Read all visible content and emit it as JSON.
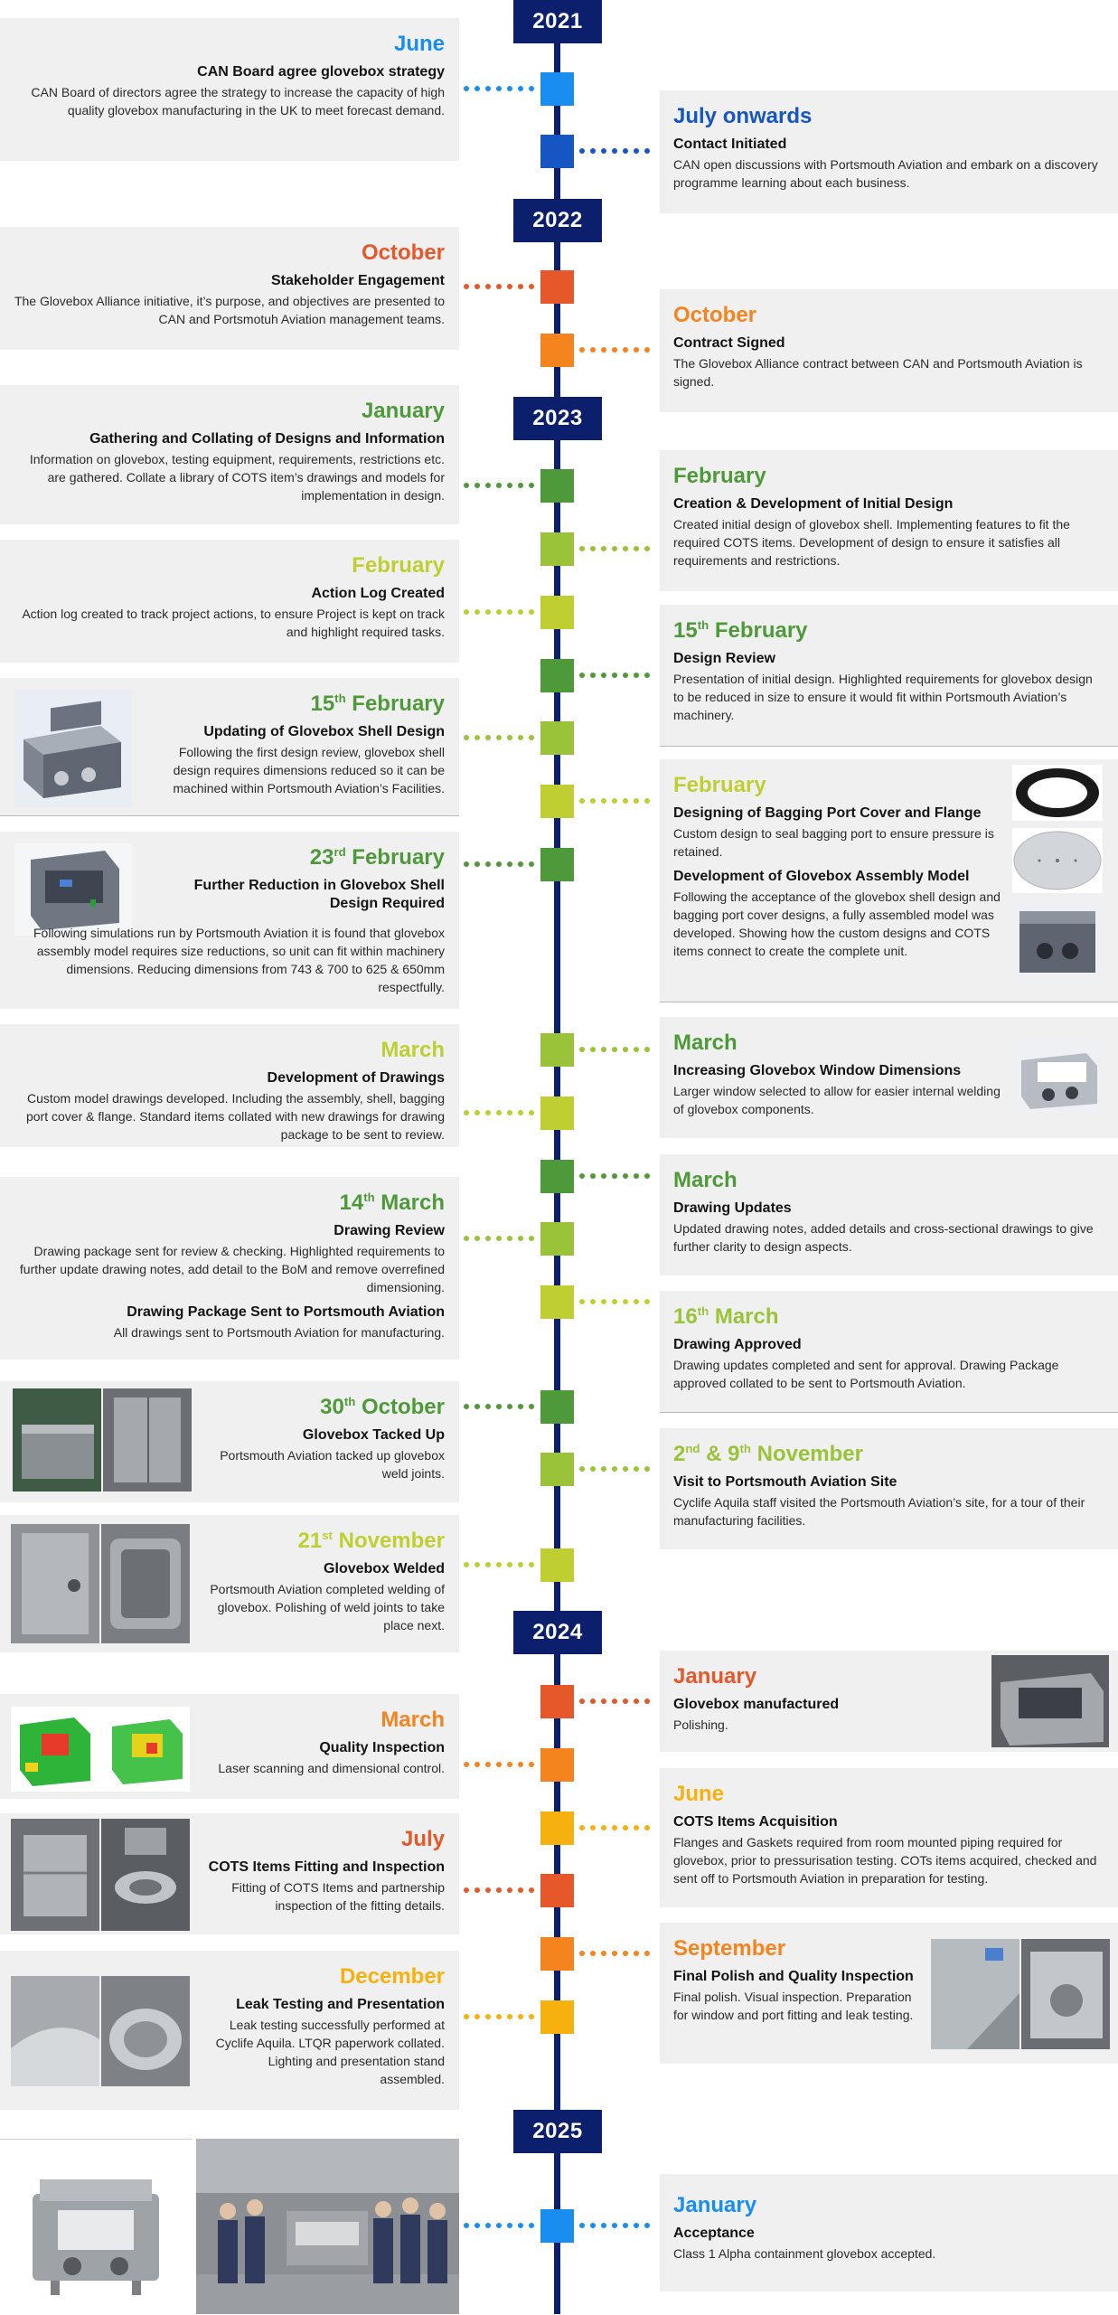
{
  "colors": {
    "spine": "#0b1f6d",
    "blue": "#1a8ef0",
    "darkblue": "#1656c4",
    "orange_red": "#e6582a",
    "orange": "#f5841f",
    "green": "#4e9a3a",
    "lime": "#9bc33a",
    "yellowgreen": "#bfcf32",
    "amber": "#f7b10f",
    "card": "#f0f0f0"
  },
  "years": [
    "2021",
    "2022",
    "2023",
    "2024",
    "2025"
  ],
  "events": {
    "e1": {
      "head": "June",
      "title": "CAN Board agree glovebox strategy",
      "desc": "CAN Board of directors agree the strategy to increase the capacity of high quality glovebox manufacturing in the UK to meet forecast demand."
    },
    "e2": {
      "head": "July onwards",
      "title": "Contact Initiated",
      "desc": "CAN open discussions with Portsmouth Aviation and embark on a discovery programme learning about each business."
    },
    "e3": {
      "head": "October",
      "title": "Stakeholder Engagement",
      "desc": "The Glovebox Alliance initiative, it’s purpose, and objectives are presented to CAN and Portsmotuh Aviation management teams."
    },
    "e4": {
      "head": "October",
      "title": "Contract Signed",
      "desc": "The Glovebox Alliance contract between CAN and Portsmouth Aviation is signed."
    },
    "e5": {
      "head": "January",
      "title": "Gathering and Collating of Designs and Information",
      "desc": "Information on glovebox, testing equipment, requirements, restrictions etc. are gathered. Collate a library of COTS item’s drawings and models for implementation in design."
    },
    "e6": {
      "head": "February",
      "title": "Creation & Development of Initial Design",
      "desc": "Created initial design of glovebox shell. Implementing features to fit the required COTS items. Development of design to ensure it satisfies all requirements and restrictions."
    },
    "e7": {
      "head": "February",
      "title": "Action Log Created",
      "desc": "Action log created to track project actions, to ensure Project is kept on track and highlight required tasks."
    },
    "e8": {
      "head_num": "15",
      "head_sup": "th",
      "head_rest": " February",
      "title": "Design Review",
      "desc": "Presentation of initial design. Highlighted requirements for glovebox design to be reduced in size to ensure it would fit within Portsmouth Aviation’s machinery."
    },
    "e9": {
      "head_num": "15",
      "head_sup": "th",
      "head_rest": " February",
      "title": "Updating of Glovebox Shell Design",
      "desc": "Following the first design review, glovebox shell design requires dimensions reduced so it can be machined within Portsmouth Aviation’s Facilities."
    },
    "e10": {
      "head": "February",
      "title": "Designing of Bagging Port Cover and Flange",
      "desc": "Custom design to seal bagging port to ensure pressure is retained.",
      "title2": "Development of Glovebox Assembly Model",
      "desc2": "Following the acceptance of the glovebox shell design and bagging port cover designs, a fully assembled model was developed. Showing how the custom designs and COTS items connect to create the complete unit."
    },
    "e11": {
      "head_num": "23",
      "head_sup": "rd",
      "head_rest": " February",
      "title": "Further Reduction in Glovebox Shell Design Required",
      "desc": "Following simulations run by Portsmouth Aviation it is found that glovebox assembly model requires size reductions, so unit can fit within machinery dimensions. Reducing dimensions from 743 & 700 to 625 & 650mm respectfully."
    },
    "e12": {
      "head": "March",
      "title": "Increasing Glovebox Window Dimensions",
      "desc": "Larger window selected to allow for easier internal welding of glovebox components."
    },
    "e13": {
      "head": "March",
      "title": "Development of Drawings",
      "desc": "Custom model drawings developed. Including the assembly, shell, bagging port cover & flange. Standard items collated with new drawings for drawing package to be sent to review."
    },
    "e14": {
      "head": "March",
      "title": "Drawing Updates",
      "desc": "Updated drawing notes, added details and cross-sectional drawings to give further clarity to design aspects."
    },
    "e15": {
      "head_num": "14",
      "head_sup": "th",
      "head_rest": " March",
      "title": "Drawing Review",
      "desc": "Drawing package sent for review & checking. Highlighted requirements to further update drawing notes, add detail to the BoM and remove overrefined dimensioning.",
      "title2": "Drawing Package Sent to Portsmouth Aviation",
      "desc2": "All drawings sent to Portsmouth Aviation for manufacturing."
    },
    "e16": {
      "head_num": "16",
      "head_sup": "th",
      "head_rest": " March",
      "title": "Drawing Approved",
      "desc": "Drawing updates completed and sent for approval. Drawing Package approved collated to be sent to Portsmouth Aviation."
    },
    "e17": {
      "head_num": "30",
      "head_sup": "th",
      "head_rest": " October",
      "title": "Glovebox Tacked Up",
      "desc": "Portsmouth Aviation tacked up glovebox weld joints."
    },
    "e18": {
      "head_num": "2",
      "head_sup": "nd",
      "head_mid": " & 9",
      "head_sup2": "th",
      "head_rest": " November",
      "title": "Visit to Portsmouth Aviation Site",
      "desc": "Cyclife Aquila staff visited the Portsmouth Aviation’s site, for a tour of their manufacturing facilities."
    },
    "e19": {
      "head_num": "21",
      "head_sup": "st",
      "head_rest": " November",
      "title": "Glovebox Welded",
      "desc": "Portsmouth Aviation completed welding of glovebox. Polishing of weld joints to take place next."
    },
    "e20": {
      "head": "January",
      "title": "Glovebox manufactured",
      "desc": "Polishing."
    },
    "e21": {
      "head": "March",
      "title": "Quality Inspection",
      "desc": "Laser scanning and dimensional control."
    },
    "e22": {
      "head": "June",
      "title": "COTS Items Acquisition",
      "desc": "Flanges and Gaskets required from room mounted piping required for glovebox, prior to pressurisation testing. COTs items acquired, checked and sent off to Portsmouth Aviation in preparation for testing."
    },
    "e23": {
      "head": "July",
      "title": "COTS Items Fitting and Inspection",
      "desc": "Fitting of COTS Items and partnership inspection of the fitting details."
    },
    "e24": {
      "head": "September",
      "title": "Final Polish and Quality Inspection",
      "desc": "Final polish. Visual inspection. Preparation for window and port fitting and leak testing."
    },
    "e25": {
      "head": "December",
      "title": "Leak Testing and Presentation",
      "desc": "Leak testing successfully performed at Cyclife Aquila. LTQR paperwork collated. Lighting and presentation stand assembled."
    },
    "e26": {
      "head": "January",
      "title": "Acceptance",
      "desc": "Class 1 Alpha containment glovebox accepted."
    }
  }
}
